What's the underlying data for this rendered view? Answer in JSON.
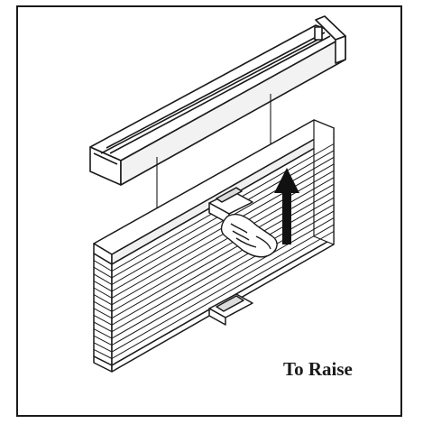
{
  "caption": "To Raise",
  "colors": {
    "line": "#1a1a1a",
    "fill": "#ffffff",
    "shade": "#e8e8e8",
    "arrow": "#111111"
  },
  "icons": [
    "headrail",
    "cellular-shade",
    "hand",
    "up-arrow"
  ]
}
